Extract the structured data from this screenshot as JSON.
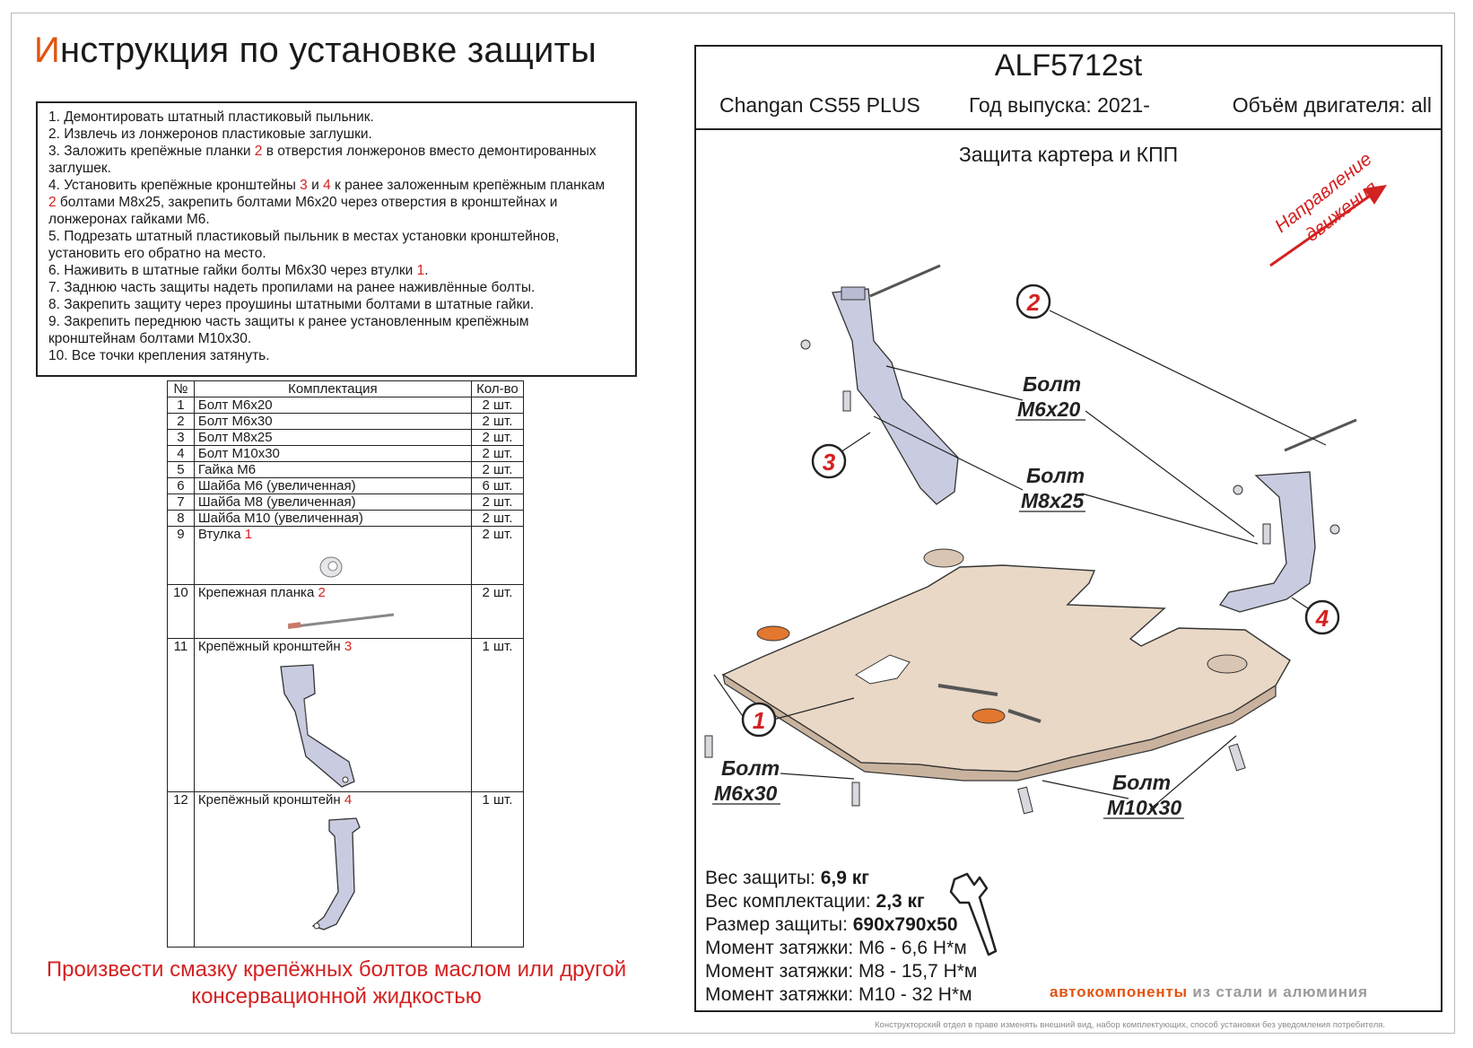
{
  "title": {
    "first_letter": "И",
    "rest": "нструкция по установке защиты"
  },
  "instructions": [
    {
      "parts": [
        "1. Демонтировать штатный пластиковый пыльник."
      ]
    },
    {
      "parts": [
        "2. Извлечь из лонжеронов пластиковые заглушки."
      ]
    },
    {
      "parts": [
        "3. Заложить крепёжные планки ",
        "2",
        " в отверстия лонжеронов вместо демонтированных"
      ]
    },
    {
      "parts": [
        "заглушек."
      ]
    },
    {
      "parts": [
        "4. Установить крепёжные кронштейны ",
        "3",
        " и ",
        "4",
        " к ранее заложенным крепёжным планкам"
      ]
    },
    {
      "parts": [
        "2",
        " болтами М8х25, закрепить болтами М6х20 через отверстия в кронштейнах и"
      ]
    },
    {
      "parts": [
        "лонжеронах гайками М6."
      ]
    },
    {
      "parts": [
        "5. Подрезать штатный пластиковый пыльник в местах установки кронштейнов,"
      ]
    },
    {
      "parts": [
        "установить его обратно на место."
      ]
    },
    {
      "parts": [
        "6. Наживить в штатные гайки болты М6х30 через втулки ",
        "1",
        "."
      ]
    },
    {
      "parts": [
        "7. Заднюю часть защиты надеть пропилами на ранее наживлённые болты."
      ]
    },
    {
      "parts": [
        "8. Закрепить защиту через проушины штатными болтами в штатные гайки."
      ]
    },
    {
      "parts": [
        "9. Закрепить переднюю часть защиты к ранее установленным крепёжным"
      ]
    },
    {
      "parts": [
        "кронштейнам болтами М10х30."
      ]
    },
    {
      "parts": [
        "10. Все точки крепления затянуть."
      ]
    }
  ],
  "kit_table": {
    "headers": [
      "№",
      "Комплектация",
      "Кол-во"
    ],
    "rows": [
      {
        "n": "1",
        "name": "Болт М6х20",
        "ref": "",
        "qty": "2 шт."
      },
      {
        "n": "2",
        "name": "Болт М6х30",
        "ref": "",
        "qty": "2 шт."
      },
      {
        "n": "3",
        "name": "Болт М8х25",
        "ref": "",
        "qty": "2 шт."
      },
      {
        "n": "4",
        "name": "Болт М10х30",
        "ref": "",
        "qty": "2 шт."
      },
      {
        "n": "5",
        "name": "Гайка М6",
        "ref": "",
        "qty": "2 шт."
      },
      {
        "n": "6",
        "name": "Шайба М6 (увеличенная)",
        "ref": "",
        "qty": "6 шт."
      },
      {
        "n": "7",
        "name": "Шайба М8 (увеличенная)",
        "ref": "",
        "qty": "2 шт."
      },
      {
        "n": "8",
        "name": "Шайба М10 (увеличенная)",
        "ref": "",
        "qty": "2 шт."
      },
      {
        "n": "9",
        "name": "Втулка ",
        "ref": "1",
        "qty": "2 шт."
      },
      {
        "n": "10",
        "name": "Крепежная планка ",
        "ref": "2",
        "qty": "2 шт."
      },
      {
        "n": "11",
        "name": "Крепёжный кронштейн ",
        "ref": "3",
        "qty": "1 шт."
      },
      {
        "n": "12",
        "name": "Крепёжный кронштейн ",
        "ref": "4",
        "qty": "1 шт."
      }
    ]
  },
  "bottom_note": [
    "Произвести смазку крепёжных болтов маслом или другой",
    "консервационной жидкостью"
  ],
  "header": {
    "article": "ALF5712st",
    "model": "Changan CS55 PLUS",
    "year": "Год выпуска: 2021-",
    "engine": "Объём двигателя: all"
  },
  "subtitle": "Защита картера и КПП",
  "direction": [
    "Направление",
    "движения"
  ],
  "callouts": {
    "c1": "1",
    "c2": "2",
    "c3": "3",
    "c4": "4"
  },
  "bolt_labels": {
    "m6x20": [
      "Болт",
      "М6х20"
    ],
    "m8x25": [
      "Болт",
      "М8х25"
    ],
    "m6x30": [
      "Болт",
      "М6х30"
    ],
    "m10x30": [
      "Болт",
      "М10х30"
    ]
  },
  "specs": [
    {
      "label": "Вес защиты: ",
      "value": "6,9 кг"
    },
    {
      "label": "Вес комплектации: ",
      "value": "2,3 кг"
    },
    {
      "label": "Размер защиты: ",
      "value": "690х790х50"
    },
    {
      "label": "Момент затяжки:  ",
      "value": "М6 - 6,6 Н*м"
    },
    {
      "label": "Момент затяжки:  ",
      "value": "М8 - 15,7 Н*м"
    },
    {
      "label": "Момент затяжки:  ",
      "value": "М10 - 32 Н*м"
    }
  ],
  "brand": {
    "part1": "автокомпоненты",
    "part2": " из стали и алюминия"
  },
  "disclaimer": "Конструкторский отдел в праве изменять внешний вид, набор комплектующих, способ установки без уведомления потребителя.",
  "colors": {
    "accent_orange": "#e2530f",
    "accent_red": "#d42121",
    "plate": "#e9d8c6",
    "bracket": "#c9cbe0"
  }
}
